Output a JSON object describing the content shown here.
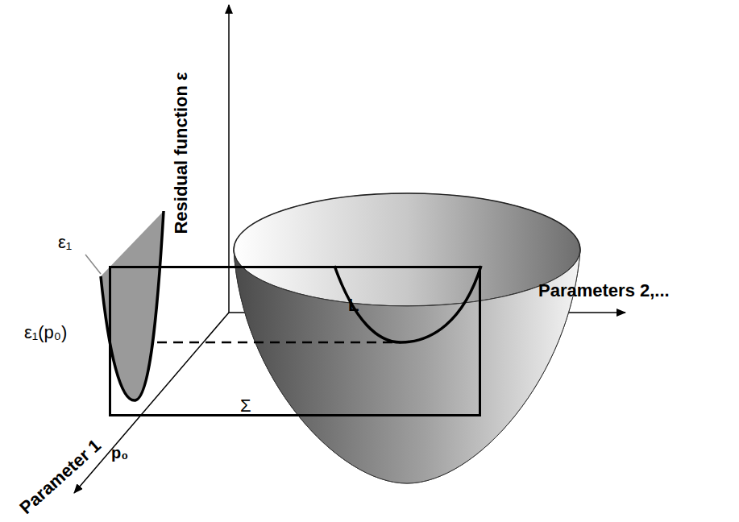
{
  "diagram": {
    "nodes": [
      {
        "text": [
          "Σ"
        ]
      }
    ],
    "labels": [
      "Residual function ε",
      "ε₁",
      "ε₁(p₀)",
      "L",
      "Parameters 2,...",
      "Parameter 1",
      "p₀"
    ]
  }
}
